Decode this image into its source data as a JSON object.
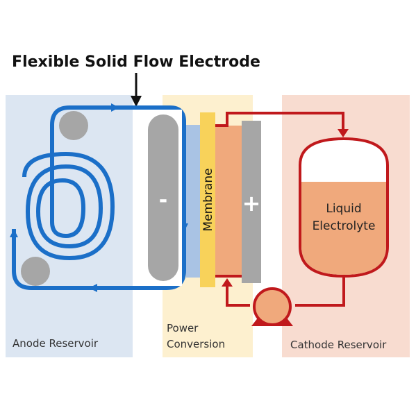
{
  "title": "Flexible Solid Flow Electrode",
  "regions": {
    "anode": "Anode Reservoir",
    "power_line1": "Power",
    "power_line2": "Conversion",
    "cathode": "Cathode Reservoir"
  },
  "labels": {
    "membrane": "Membrane",
    "negative": "-",
    "positive": "+",
    "tank_line1": "Liquid",
    "tank_line2": "Electrolyte"
  },
  "colors": {
    "anode_bg": "#dce6f2",
    "power_bg": "#fdf0cf",
    "cathode_bg": "#f8dcd0",
    "blue_loop": "#1b6fc8",
    "red_loop": "#c0191c",
    "membrane": "#f8d25a",
    "electrode_gray": "#a6a6a6",
    "electrolyte": "#f0a97c"
  }
}
